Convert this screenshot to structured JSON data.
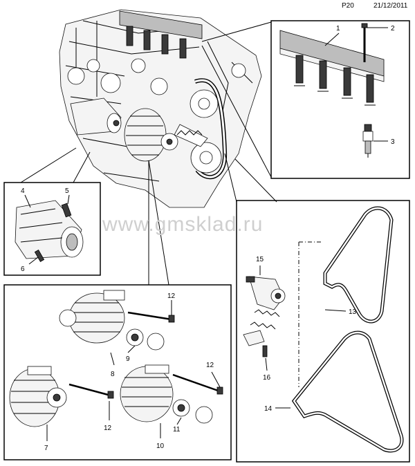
{
  "header": {
    "page_code": "P20",
    "date": "21/12/2011"
  },
  "watermark": "www.gmsklad.ru",
  "callouts": {
    "c1": "1",
    "c2": "2",
    "c3": "3",
    "c4": "4",
    "c5": "5",
    "c6": "6",
    "c7": "7",
    "c8": "8",
    "c9": "9",
    "c10": "10",
    "c11": "11",
    "c12a": "12",
    "c12b": "12",
    "c12c": "12",
    "c13": "13",
    "c14": "14",
    "c15": "15",
    "c16": "16"
  }
}
